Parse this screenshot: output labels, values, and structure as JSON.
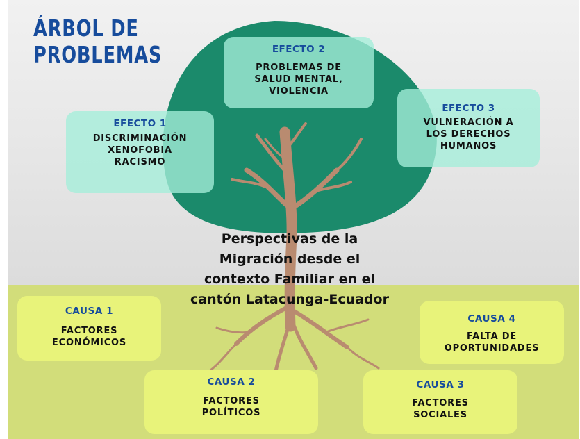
{
  "title": "ÁRBOL DE\nPROBLEMAS",
  "center_text": "Perspectivas de la\nMigración desde el\ncontexto Familiar en el\ncantón Latacunga-Ecuador",
  "effects": [
    {
      "label": "EFECTO 1",
      "text": "DISCRIMINACIÓN\nXENOFOBIA\nRACISMO"
    },
    {
      "label": "EFECTO 2",
      "text": "PROBLEMAS DE\nSALUD MENTAL,\nVIOLENCIA"
    },
    {
      "label": "EFECTO 3",
      "text": "VULNERACIÓN A\nLOS DERECHOS\nHUMANOS"
    }
  ],
  "causes": [
    {
      "label": "CAUSA 1",
      "text": "FACTORES\nECONÓMICOS"
    },
    {
      "label": "CAUSA 2",
      "text": "FACTORES\nPOLÍTICOS"
    },
    {
      "label": "CAUSA 3",
      "text": "FACTORES\nSOCIALES"
    },
    {
      "label": "CAUSA 4",
      "text": "FALTA DE\nOPORTUNIDADES"
    }
  ],
  "colors": {
    "canopy": "#1b8a6b",
    "trunk": "#b98b70",
    "effect_box": "#a4eeda",
    "cause_box": "#e8f37a",
    "ground": "#d2dd7a",
    "label_blue": "#174c9c"
  }
}
